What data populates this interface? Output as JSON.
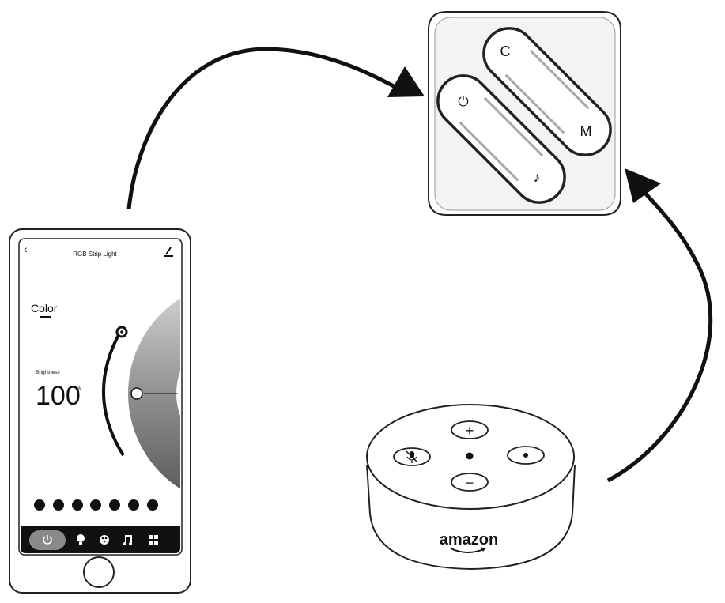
{
  "phone": {
    "title": "RGB Strip Light",
    "tab_label": "Color",
    "brightness_label": "Brightness",
    "brightness_value": "100",
    "brightness_unit": "%",
    "brightness_level": 1.0,
    "color_presets_count": 7,
    "bottom_nav": [
      "power-icon",
      "bulb-icon",
      "palette-icon",
      "music-icon",
      "scenes-icon"
    ]
  },
  "controller": {
    "buttons": [
      {
        "top_glyph": "C",
        "bottom_glyph": "M"
      },
      {
        "top_glyph": "⏻",
        "bottom_glyph": "♪"
      }
    ]
  },
  "speaker": {
    "brand": "amazon",
    "buttons": [
      "+",
      "−"
    ]
  },
  "colors": {
    "ink": "#111111",
    "panel": "#e9e9e9",
    "nav": "#111111",
    "accent_gray": "#9a9a9a"
  }
}
